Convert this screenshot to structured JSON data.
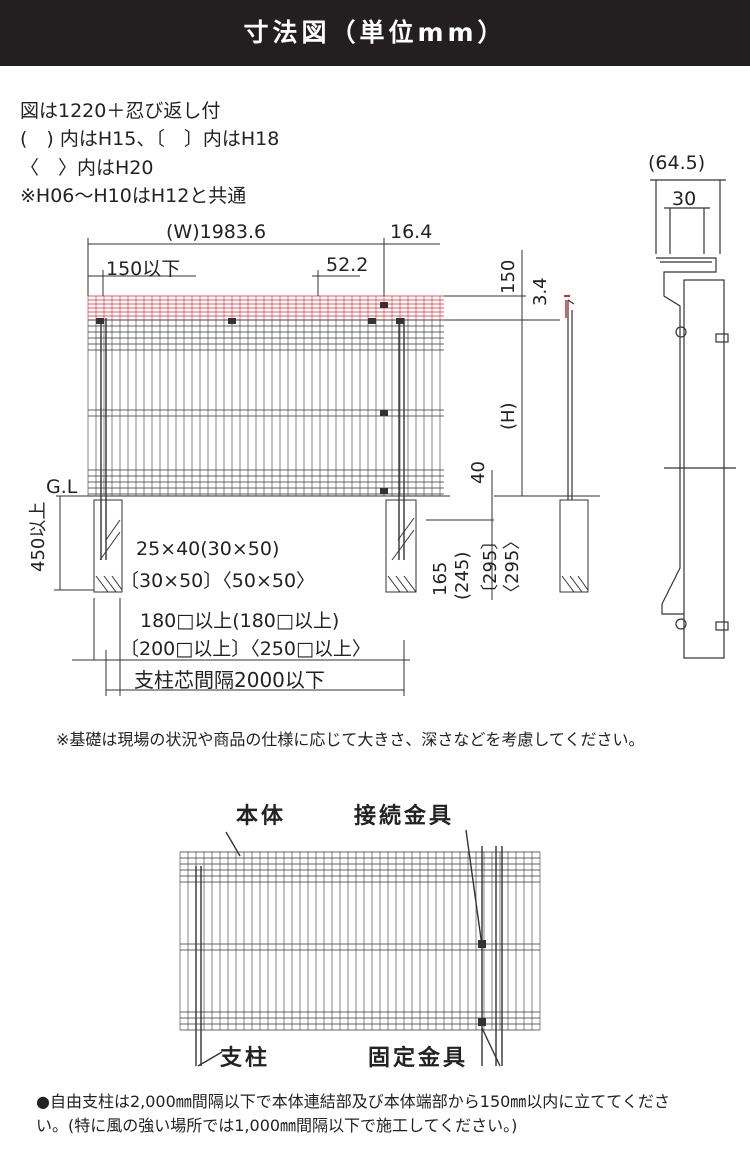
{
  "header": {
    "title": "寸法図（単位mm）"
  },
  "notes": [
    "図は1220＋忍び返し付",
    "(　) 内はH15、〔　〕内はH18",
    "〈　〉内はH20",
    "※H06～H10はH12と共通"
  ],
  "dims": {
    "width": "(W)1983.6",
    "d16": "16.4",
    "d150below": "150以下",
    "d522": "52.2",
    "d150": "150",
    "d34": "3.4",
    "h": "(H)",
    "d40": "40",
    "gl": "G.L",
    "d450": "450以上",
    "post1": "25×40(30×50)",
    "post2": "〔30×50〕〈50×50〉",
    "found1": "180□以上(180□以上)",
    "found2": "〔200□以上〕〈250□以上〉",
    "span": "支柱芯間隔2000以下",
    "d165": "165",
    "d245": "(245)",
    "d295a": "〔295〕",
    "d295b": "〈295〉",
    "d645": "(64.5)",
    "d30": "30"
  },
  "foundation_note": "※基礎は現場の状況や商品の仕様に応じて大きさ、深さなどを考慮してください。",
  "parts": {
    "body": "本体",
    "connector": "接続金具",
    "post": "支柱",
    "fixing": "固定金具"
  },
  "bottom_note": {
    "line1": "●自由支柱は2,000㎜間隔以下で本体連結部及び本体端部から150㎜以内に立ててください。(特に風の強い場所では1,000㎜間隔以下で施工してください。)"
  },
  "colors": {
    "header_bg": "#231f20",
    "accent_red": "#d9252f",
    "line": "#333333"
  }
}
